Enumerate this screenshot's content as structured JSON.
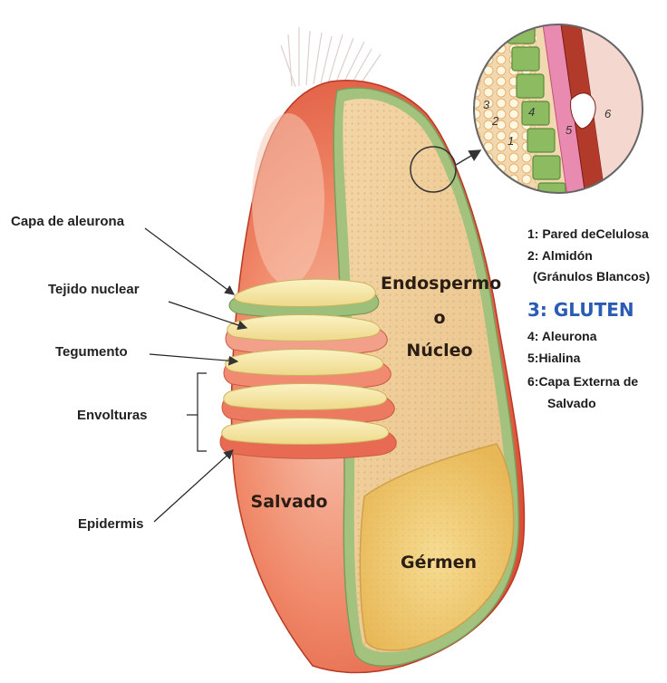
{
  "colors": {
    "bran_outer": "#e85a3a",
    "bran_light": "#f6b3a0",
    "endosperm": "#f0cf98",
    "aleurone": "#9fbf7a",
    "germ": "#f2cd74",
    "layer_cream": "#f7ecaa",
    "gluten_blue": "#2a5bb5"
  },
  "labels": {
    "capa_aleurona": "Capa de aleurona",
    "tejido_nuclear": "Tejido nuclear",
    "tegumento": "Tegumento",
    "envolturas": "Envolturas",
    "epidermis": "Epidermis",
    "endospermo": "Endospermo",
    "o": "o",
    "nucleo": "Núcleo",
    "salvado": "Salvado",
    "germen": "Gérmen"
  },
  "zoom_numbers": [
    "1",
    "2",
    "3",
    "4",
    "5",
    "6"
  ],
  "legend": [
    "1: Pared deCelulosa",
    "2: Almidón",
    "(Gránulos Blancos)",
    "3:  GLUTEN",
    "4: Aleurona",
    "5:Hialina",
    "6:Capa Externa de",
    "Salvado"
  ]
}
